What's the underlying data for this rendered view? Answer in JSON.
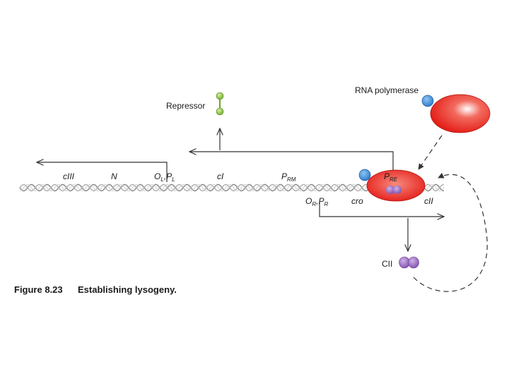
{
  "labels": {
    "rna_polymerase": "RNA polymerase",
    "repressor": "Repressor",
    "cii_protein": "CII"
  },
  "genes": {
    "ciii": "cIII",
    "n": "N",
    "ci": "cI",
    "cro": "cro",
    "cii": "cII"
  },
  "sites": {
    "ol": "O",
    "ol_sub": "L",
    "pl": "P",
    "pl_sub": "L",
    "prm": "P",
    "prm_sub": "RM",
    "pre": "P",
    "pre_sub": "RE",
    "or": "O",
    "or_sub": "R",
    "pr": "P",
    "pr_sub": "R",
    "comma": ","
  },
  "caption": {
    "number": "Figure 8.23",
    "text": "Establishing lysogeny."
  },
  "colors": {
    "polymerase_red": "#e8201c",
    "sigma_blue": "#3c8fd8",
    "repressor_green": "#8cc63f",
    "cii_purple": "#9b6bc4",
    "dna_gray": "#9a9a9a"
  }
}
